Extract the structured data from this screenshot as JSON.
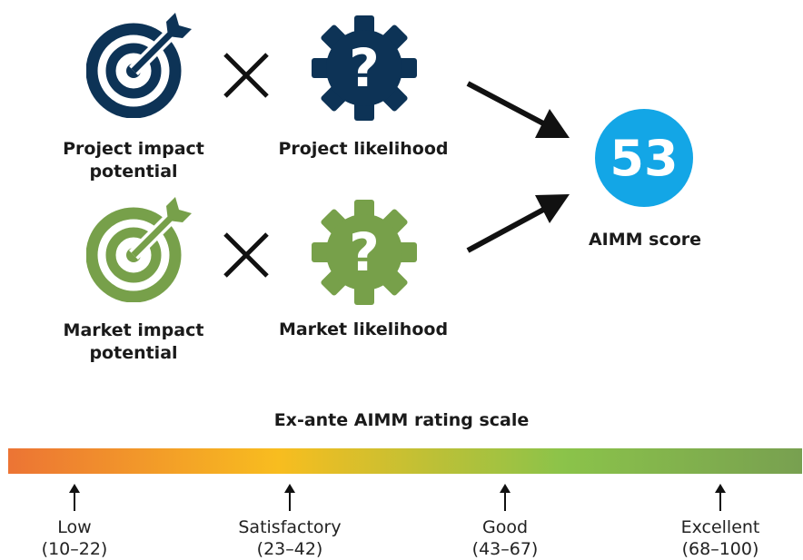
{
  "colors": {
    "navy": "#0d3356",
    "green": "#77a04a",
    "score_blue": "#13a6e6",
    "gradient": [
      "#ec7434",
      "#f8bd1f",
      "#8bc34a",
      "#78a050"
    ]
  },
  "icons": {
    "project_target": "target-icon",
    "project_gear": "question-gear-icon",
    "market_target": "target-icon",
    "market_gear": "question-gear-icon",
    "multiply": "multiply-icon",
    "arrow": "arrow-icon"
  },
  "labels": {
    "project_impact_line1": "Project impact",
    "project_impact_line2": "potential",
    "project_likelihood": "Project likelihood",
    "market_impact_line1": "Market impact",
    "market_impact_line2": "potential",
    "market_likelihood": "Market likelihood",
    "score_value": "53",
    "score_label": "AIMM score"
  },
  "scale": {
    "title": "Ex-ante AIMM rating scale",
    "markers": [
      {
        "name": "Low",
        "range": "(10–22)"
      },
      {
        "name": "Satisfactory",
        "range": "(23–42)"
      },
      {
        "name": "Good",
        "range": "(43–67)"
      },
      {
        "name": "Excellent",
        "range": "(68–100)"
      }
    ]
  }
}
